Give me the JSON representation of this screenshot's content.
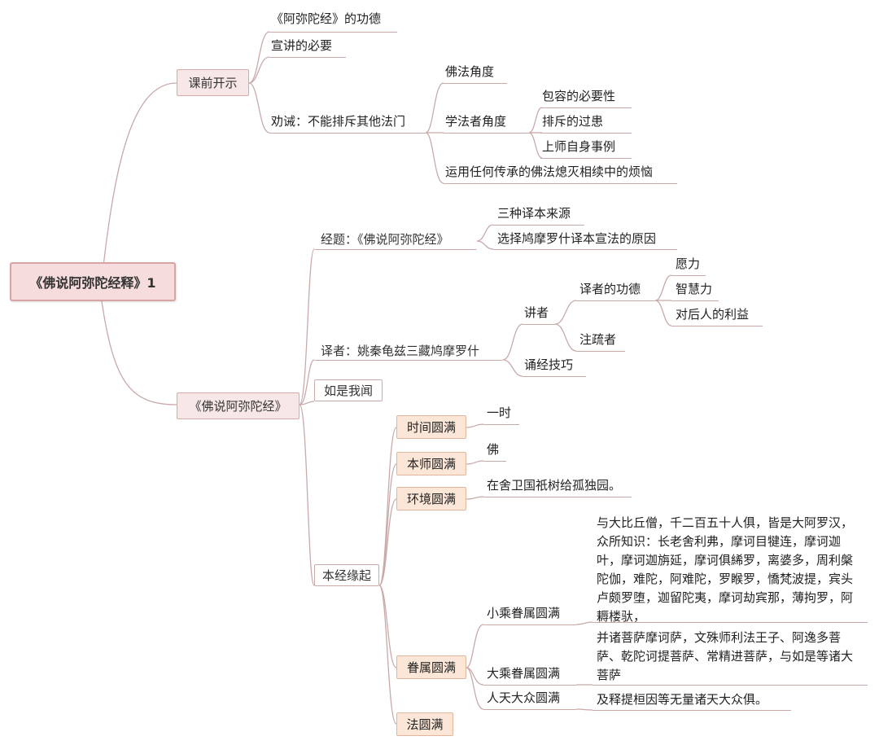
{
  "root": "《佛说阿弥陀经释》1",
  "l1": {
    "kqks": "课前开示",
    "fsamtj": "《佛说阿弥陀经》"
  },
  "kqks": {
    "gongde": "《阿弥陀经》的功德",
    "xuanjiang": "宣讲的必要",
    "quanjie": "劝诫：不能排斥其他法门",
    "fofa": "佛法角度",
    "xuefazhe": "学法者角度",
    "baorong": "包容的必要性",
    "paichi": "排斥的过患",
    "shangshi": "上师自身事例",
    "yunyong": "运用任何传承的佛法熄灭相续中的烦恼"
  },
  "jingti": {
    "title": "经题：《佛说阿弥陀经》",
    "sanzhong": "三种译本来源",
    "xuanze": "选择鸠摩罗什译本宣法的原因"
  },
  "yizhe": {
    "title": "译者：姚秦龟兹三藏鸠摩罗什",
    "jiangzhe": "讲者",
    "gongde": "译者的功德",
    "yuanli": "愿力",
    "zhihui": "智慧力",
    "houren": "对后人的利益",
    "zhushu": "注疏者",
    "songjing": "诵经技巧"
  },
  "rushi": "如是我闻",
  "yuanqi": {
    "title": "本经缘起",
    "shijian": "时间圆满",
    "yishi": "一时",
    "benshi": "本师圆满",
    "fo": "佛",
    "huanjing": "环境圆满",
    "sheweiguo": "在舍卫国祇树给孤独园。",
    "juanshu": "眷属圆满",
    "xiaosheng": "小乘眷属圆满",
    "xiaosheng_text": "与大比丘僧，千二百五十人俱，皆是大阿罗汉，众所知识：长老舍利弗，摩诃目犍连，摩诃迦叶，摩诃迦旃延，摩诃俱絺罗，离婆多，周利槃陀伽，难陀，阿难陀，罗睺罗，憍梵波提，宾头卢颇罗堕，迦留陀夷，摩诃劫宾那，薄拘罗，阿耨楼驮，",
    "dasheng": "大乘眷属圆满",
    "dasheng_text": "并诸菩萨摩诃萨，文殊师利法王子、阿逸多菩萨、乾陀诃提菩萨、常精进菩萨，与如是等诸大菩萨",
    "rentian": "人天大众圆满",
    "rentian_text": "及释提桓因等无量诸天大众俱。",
    "fayuan": "法圆满"
  },
  "colors": {
    "line": "#c9a9a9",
    "root_fill": "#f6dcdc",
    "l1_fill": "#f7e8e7",
    "l2_fill": "#fbe6d7"
  }
}
